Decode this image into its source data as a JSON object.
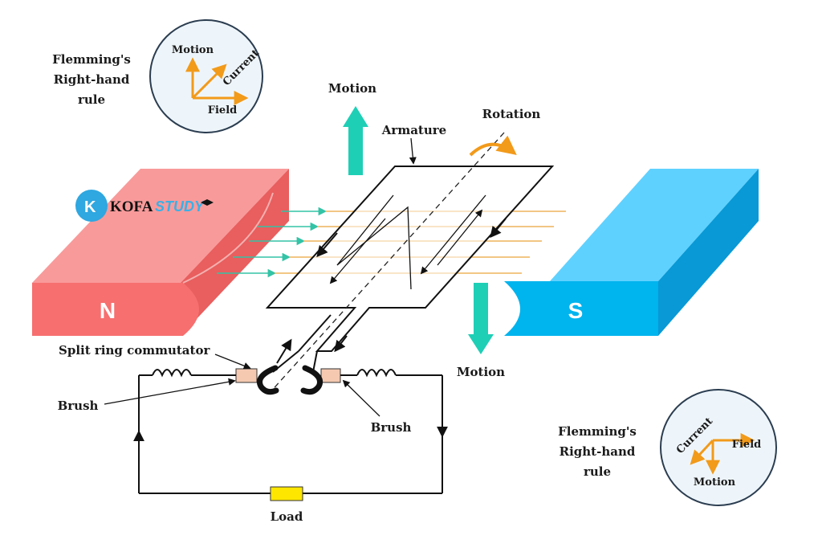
{
  "labels": {
    "motion_top": "Motion",
    "motion_bottom": "Motion",
    "rotation": "Rotation",
    "armature": "Armature",
    "split_ring": "Split ring commutator",
    "brush_left": "Brush",
    "brush_right": "Brush",
    "load": "Load",
    "pole_n": "N",
    "pole_s": "S"
  },
  "rule_top": {
    "title_1": "Flemming's",
    "title_2": "Right-hand",
    "title_3": "rule",
    "motion": "Motion",
    "current": "Current",
    "field": "Field"
  },
  "rule_bottom": {
    "title_1": "Flemming's",
    "title_2": "Right-hand",
    "title_3": "rule",
    "motion": "Motion",
    "current": "Current",
    "field": "Field"
  },
  "logo": {
    "first": "KOFA",
    "second": "STUDY"
  },
  "colors": {
    "north_magnet": "#f76f6f",
    "south_magnet": "#00b4ee",
    "motion_arrow": "#1ecfb6",
    "rotation_arrow": "#f29a1a",
    "field_line_north": "#33c3a6",
    "field_line_south": "#e9a33a",
    "load": "#ffe600",
    "brush": "#f4c9b0"
  }
}
